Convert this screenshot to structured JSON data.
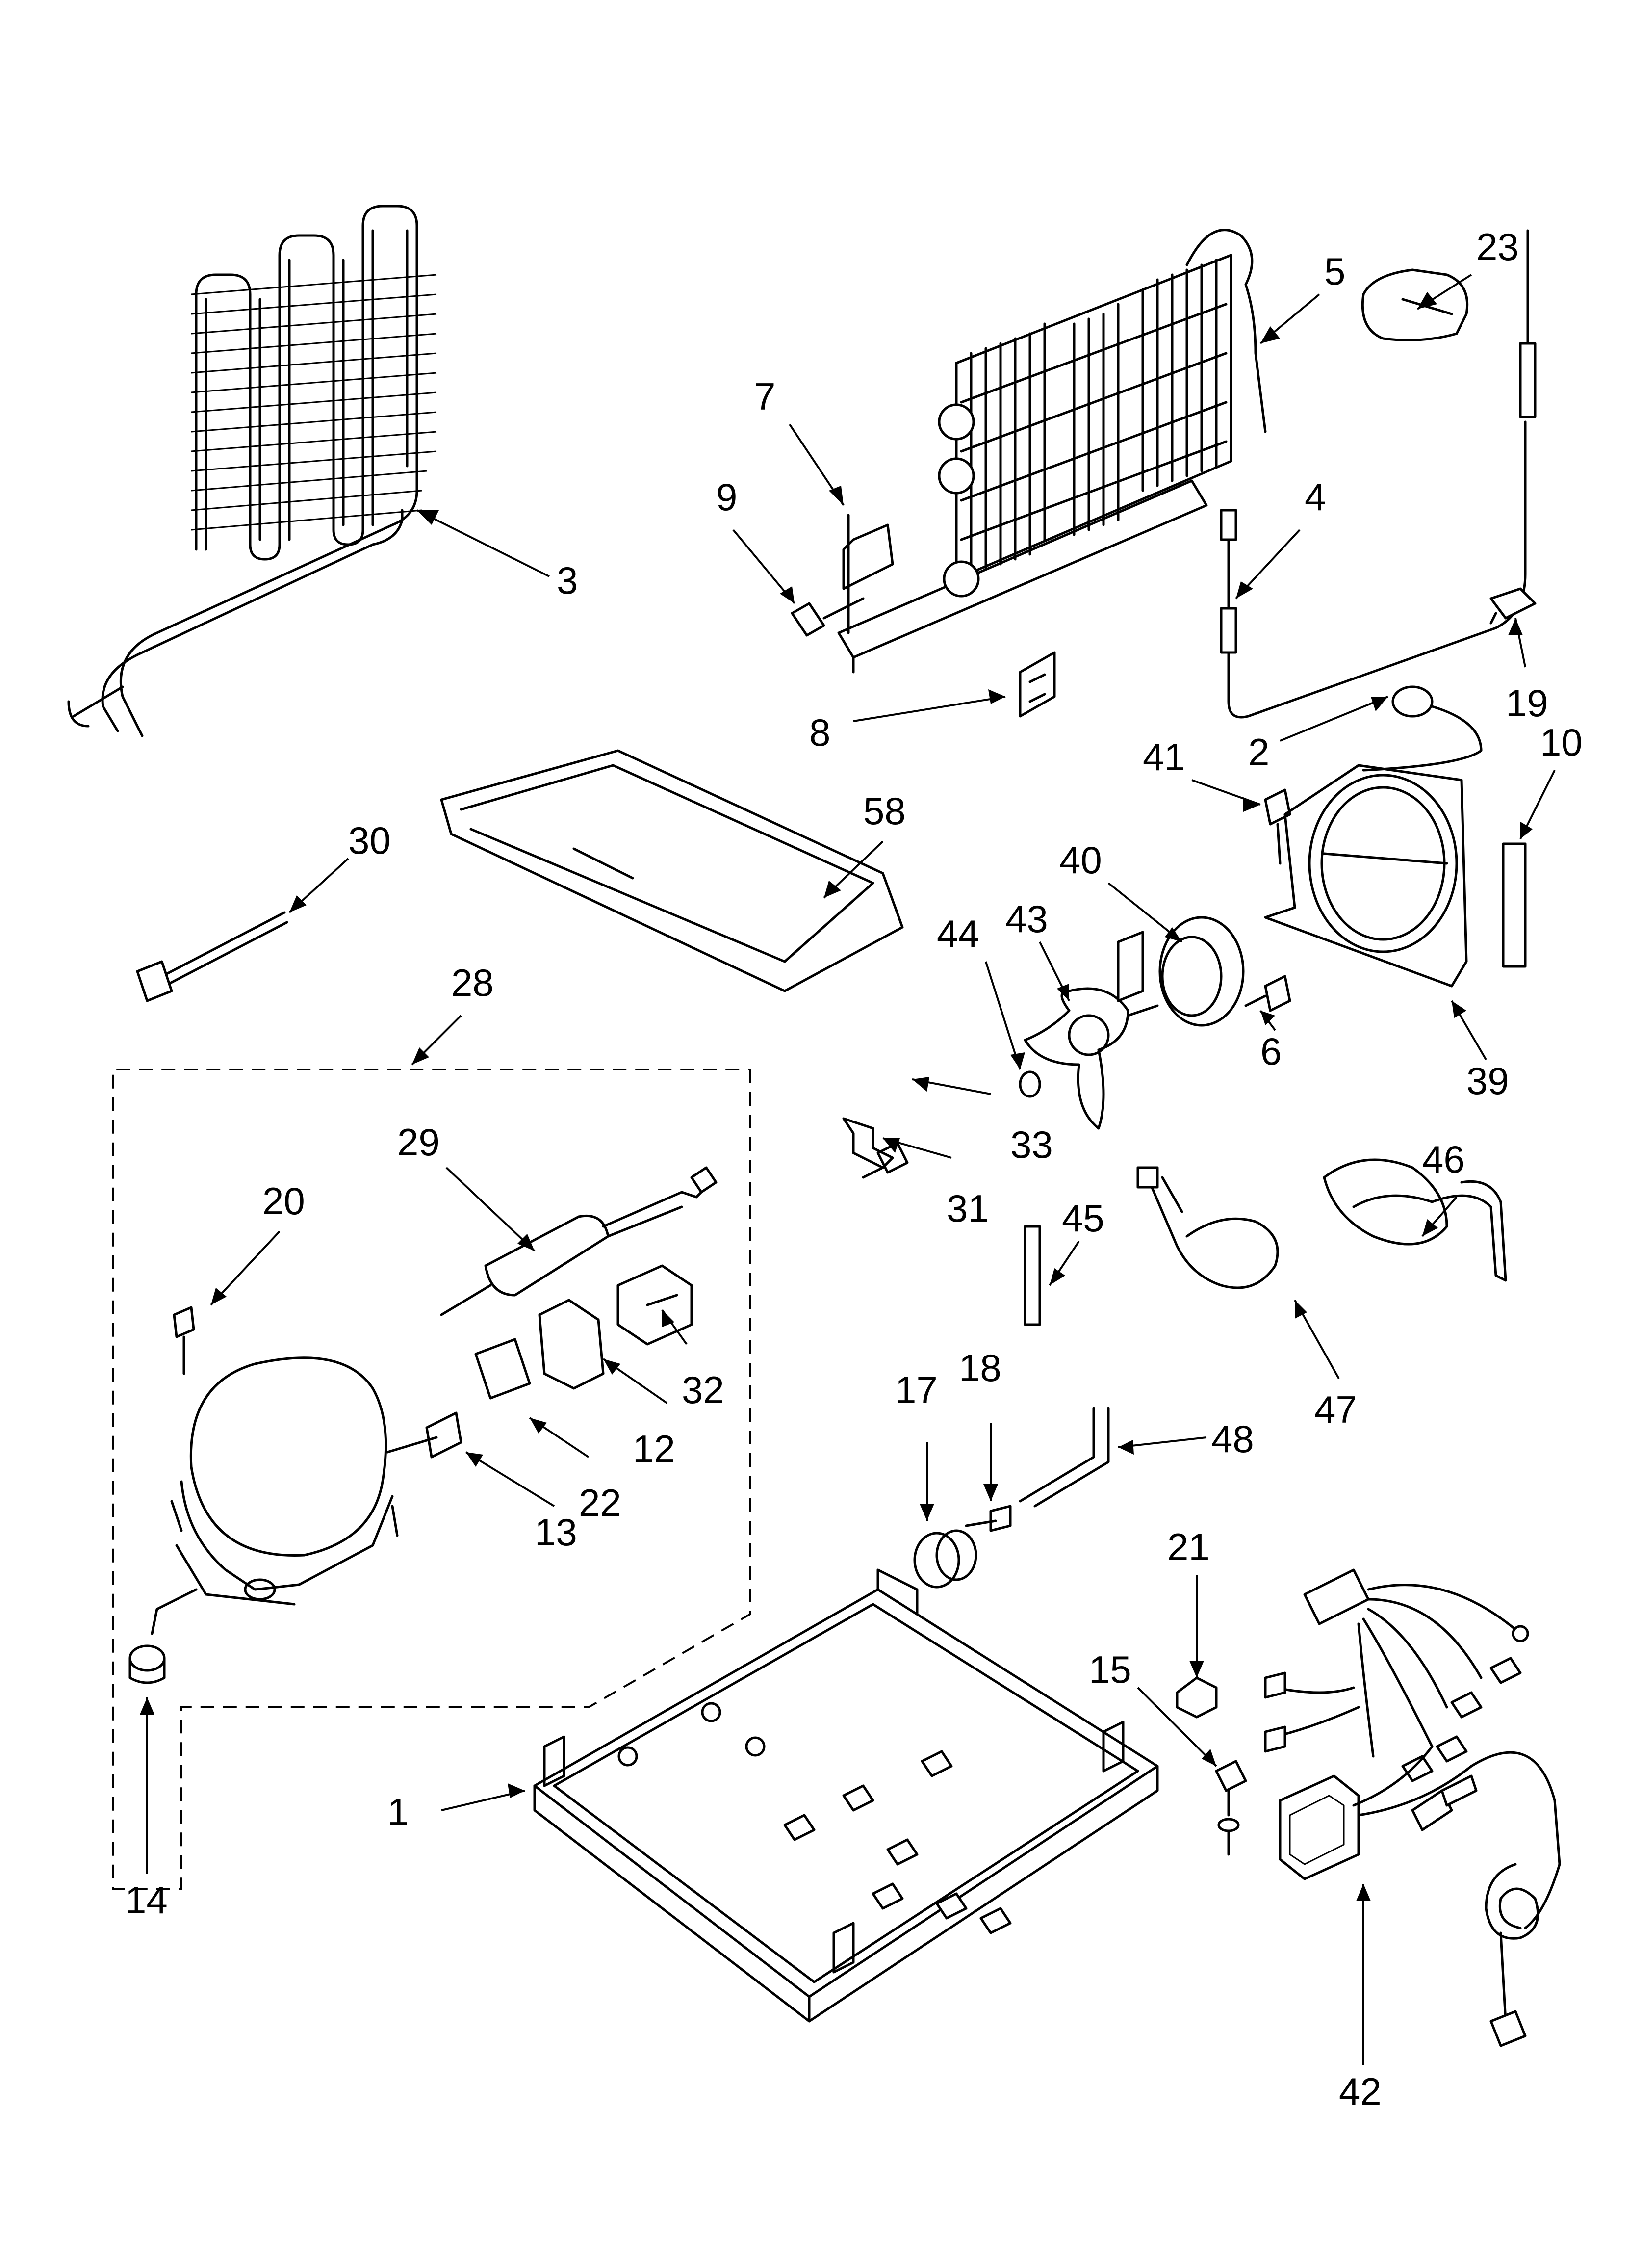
{
  "callouts": [
    {
      "id": "3",
      "text": "3"
    },
    {
      "id": "7",
      "text": "7"
    },
    {
      "id": "5",
      "text": "5"
    },
    {
      "id": "23",
      "text": "23"
    },
    {
      "id": "9",
      "text": "9"
    },
    {
      "id": "4",
      "text": "4"
    },
    {
      "id": "8",
      "text": "8"
    },
    {
      "id": "19",
      "text": "19"
    },
    {
      "id": "2",
      "text": "2"
    },
    {
      "id": "41",
      "text": "41"
    },
    {
      "id": "10",
      "text": "10"
    },
    {
      "id": "58",
      "text": "58"
    },
    {
      "id": "30",
      "text": "30"
    },
    {
      "id": "40",
      "text": "40"
    },
    {
      "id": "43",
      "text": "43"
    },
    {
      "id": "44",
      "text": "44"
    },
    {
      "id": "6",
      "text": "6"
    },
    {
      "id": "39",
      "text": "39"
    },
    {
      "id": "28",
      "text": "28"
    },
    {
      "id": "33",
      "text": "33"
    },
    {
      "id": "31",
      "text": "31"
    },
    {
      "id": "29",
      "text": "29"
    },
    {
      "id": "20",
      "text": "20"
    },
    {
      "id": "46",
      "text": "46"
    },
    {
      "id": "45",
      "text": "45"
    },
    {
      "id": "32",
      "text": "32"
    },
    {
      "id": "12",
      "text": "12"
    },
    {
      "id": "22",
      "text": "22"
    },
    {
      "id": "13",
      "text": "13"
    },
    {
      "id": "47",
      "text": "47"
    },
    {
      "id": "17",
      "text": "17"
    },
    {
      "id": "18",
      "text": "18"
    },
    {
      "id": "48",
      "text": "48"
    },
    {
      "id": "21",
      "text": "21"
    },
    {
      "id": "15",
      "text": "15"
    },
    {
      "id": "1",
      "text": "1"
    },
    {
      "id": "14",
      "text": "14"
    },
    {
      "id": "42",
      "text": "42"
    }
  ]
}
